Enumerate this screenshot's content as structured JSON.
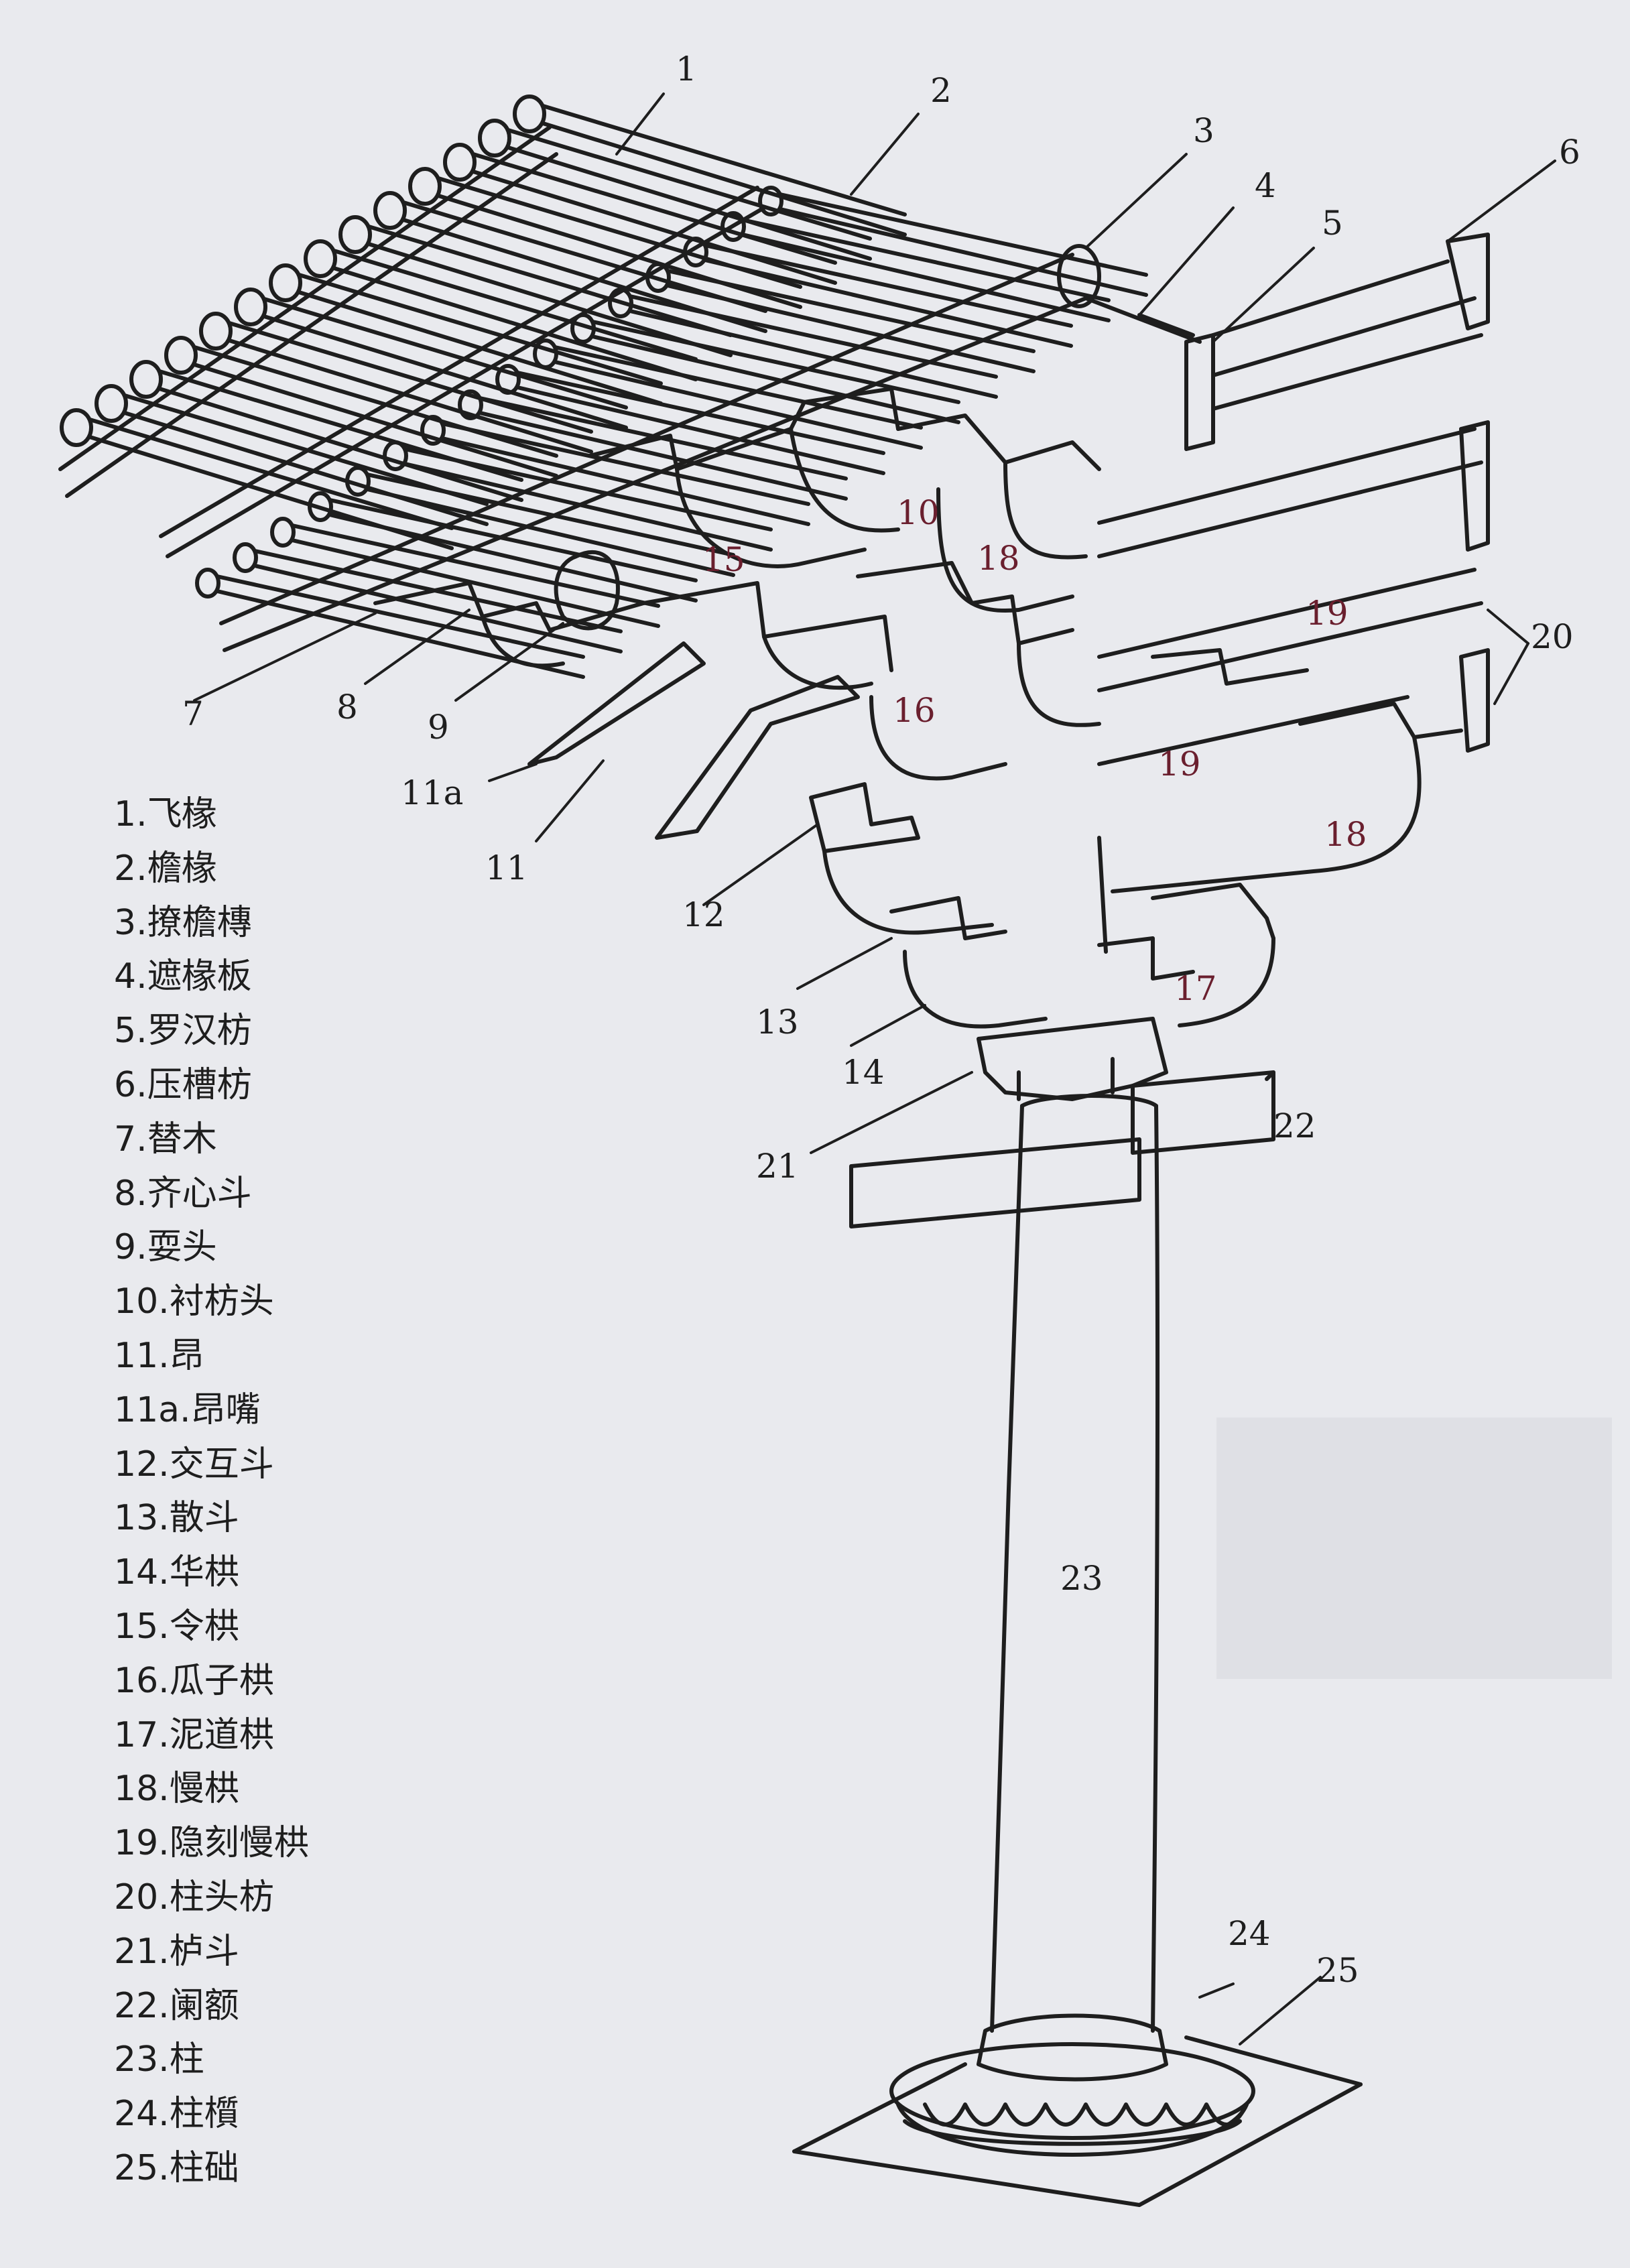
{
  "legend": [
    "1.飞椽",
    "2.檐椽",
    "3.撩檐槫",
    "4.遮椽板",
    "5.罗汉枋",
    "6.压槽枋",
    "7.替木",
    "8.齐心斗",
    "9.耍头",
    "10.衬枋头",
    "11.昂",
    "11a.昂嘴",
    "12.交互斗",
    "13.散斗",
    "14.华栱",
    "15.令栱",
    "16.瓜子栱",
    "17.泥道栱",
    "18.慢栱",
    "19.隐刻慢栱",
    "20.柱头枋",
    "21.栌斗",
    "22.阑额",
    "23.柱",
    "24.柱櫍",
    "25.柱础"
  ],
  "callouts": {
    "c1": "1",
    "c2": "2",
    "c3": "3",
    "c4": "4",
    "c5": "5",
    "c6": "6",
    "c7": "7",
    "c8": "8",
    "c9": "9",
    "c10": "10",
    "c11": "11",
    "c11a": "11a",
    "c12": "12",
    "c13": "13",
    "c14": "14",
    "c15": "15",
    "c16": "16",
    "c17": "17",
    "c18a": "18",
    "c18b": "18",
    "c19a": "19",
    "c19b": "19",
    "c20": "20",
    "c21": "21",
    "c22": "22",
    "c23": "23",
    "c24": "24",
    "c25": "25"
  },
  "colors": {
    "ink": "#1e1e1e",
    "paper": "#e9eaee",
    "red_labels": "#6a1f2e"
  }
}
